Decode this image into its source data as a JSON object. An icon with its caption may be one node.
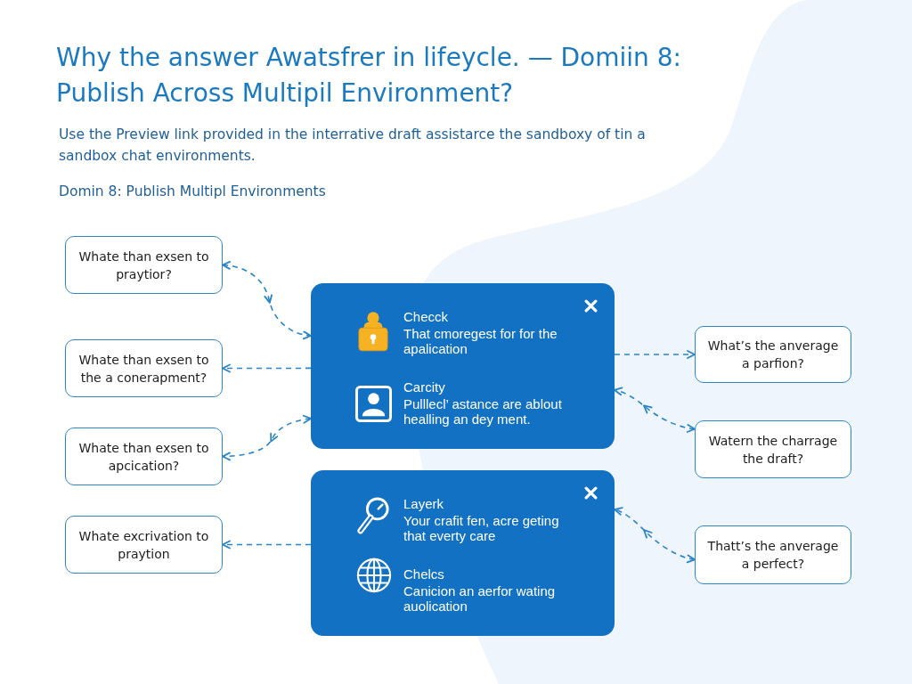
{
  "diagram": {
    "title": "Why the answer Awatsfrer in lifeycle. — Domiin 8: Publish Across Multipil Environment?",
    "nodes": [
      {
        "text": [
          "Whate than exsen to praytior?"
        ]
      },
      {
        "text": [
          "Whate than exsen to the a conerapment?"
        ]
      },
      {
        "text": [
          "Whate than exsen to apcication?"
        ]
      },
      {
        "text": [
          "Whate excrivation to praytion"
        ]
      },
      {
        "text": [
          "Checck",
          "That cmoregest for for the apalication",
          "Carcity",
          "Pulllecl’ astance are ablout healling an dey ment."
        ]
      },
      {
        "text": [
          "Layerk",
          "Your crafit fen, acre geting that everty care",
          "Chelcs",
          "Canicion an aerfor wating auolication"
        ]
      },
      {
        "text": [
          "What’s the anverage a parfion?"
        ]
      },
      {
        "text": [
          "Watern the charrage the draft?"
        ]
      },
      {
        "text": [
          "Thatt’s the anverage a perfect?"
        ]
      }
    ],
    "edges": [
      {
        "from": 0,
        "to": 4,
        "arrow": "both",
        "style": "dashed"
      },
      {
        "from": 4,
        "to": 1,
        "arrow": "to",
        "style": "dashed"
      },
      {
        "from": 4,
        "to": 2,
        "arrow": "both",
        "style": "dashed"
      },
      {
        "from": 5,
        "to": 3,
        "arrow": "to",
        "style": "dashed"
      },
      {
        "from": 4,
        "to": 6,
        "arrow": "to",
        "style": "dashed"
      },
      {
        "from": 7,
        "to": 4,
        "arrow": "both",
        "style": "dashed"
      },
      {
        "from": 8,
        "to": 5,
        "arrow": "both",
        "style": "dashed"
      }
    ],
    "labels": [
      "Use the Preview link provided in the interrative draft assistarce the sandboxy of tin a sandbox chat environments.",
      "Domin 8: Publish Multipl Environments"
    ]
  }
}
